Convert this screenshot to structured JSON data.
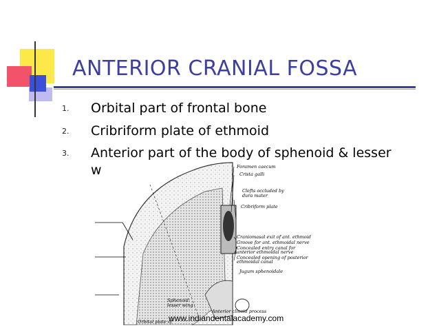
{
  "slide": {
    "title": "ANTERIOR CRANIAL FOSSA",
    "items": [
      {
        "num": "1.",
        "text": "Orbital part of frontal bone"
      },
      {
        "num": "2.",
        "text": "Cribriform plate of ethmoid"
      },
      {
        "num": "3.",
        "text": "Anterior part of the body of sphenoid & lesser"
      }
    ],
    "item3_continuation": "w"
  },
  "figure": {
    "labels": {
      "foramen_caecum": "Foramen caecum",
      "crista_galli": "Crista galli",
      "clefts": "Clefts occluded by",
      "clefts2": "dura mater",
      "cribriform": "Cribriform plate",
      "craniomasal": "Craniomasal exit of ant. ethmoid",
      "groove": "Groove for ant. ethmoidal nerve",
      "concealed_entry": "Concealed entry canal for",
      "concealed_entry2": "anterior ethmoidal nerve",
      "concealed_opening": "Concealed opening of posterior",
      "concealed_opening2": "ethmoidal canal",
      "jugum": "Jugum sphenoidale",
      "sphenoid": "Sphenoid:",
      "sphenoid2": "lesser wing",
      "anterior_clinoid": "Anterior clinoid process",
      "orbital_plate": "Orbital plate of"
    }
  },
  "footer": {
    "credit": "www.indiandentalacademy.com"
  },
  "colors": {
    "title": "#3c3fa0",
    "yellow": "#fde84a",
    "red": "#f2536a",
    "blue": "#3b4fd8"
  }
}
